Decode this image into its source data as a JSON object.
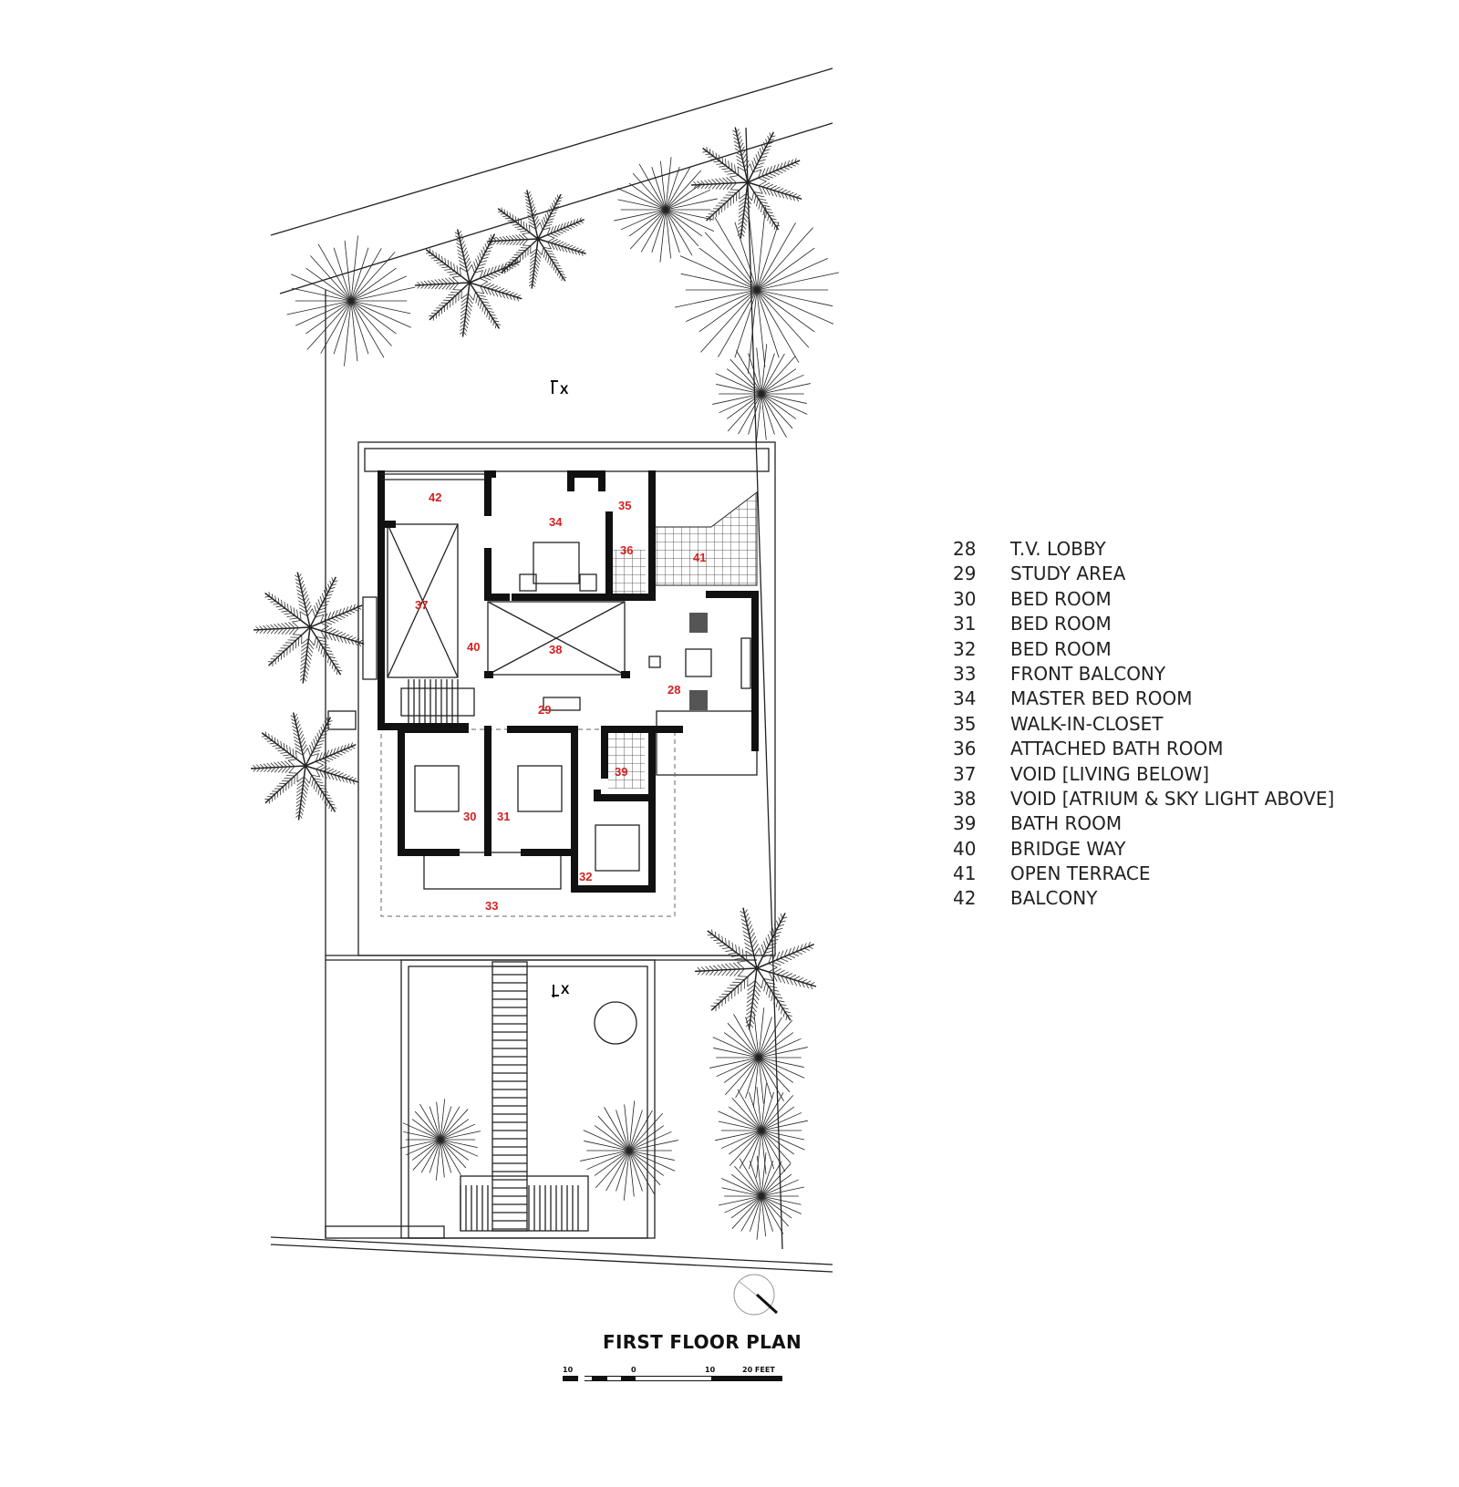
{
  "title": "FIRST FLOOR PLAN",
  "scale_bar": {
    "labels": [
      "10",
      "0",
      "10",
      "20 FEET"
    ]
  },
  "section_marker": "X",
  "room_labels": [
    "42",
    "34",
    "35",
    "36",
    "41",
    "37",
    "40",
    "38",
    "28",
    "29",
    "39",
    "30",
    "31",
    "32",
    "33"
  ],
  "legend": [
    {
      "num": "28",
      "label": "T.V. LOBBY"
    },
    {
      "num": "29",
      "label": "STUDY AREA"
    },
    {
      "num": "30",
      "label": "BED ROOM"
    },
    {
      "num": "31",
      "label": "BED ROOM"
    },
    {
      "num": "32",
      "label": "BED ROOM"
    },
    {
      "num": "33",
      "label": "FRONT BALCONY"
    },
    {
      "num": "34",
      "label": "MASTER BED ROOM"
    },
    {
      "num": "35",
      "label": "WALK-IN-CLOSET"
    },
    {
      "num": "36",
      "label": "ATTACHED BATH ROOM"
    },
    {
      "num": "37",
      "label": "VOID [LIVING BELOW]"
    },
    {
      "num": "38",
      "label": "VOID [ATRIUM & SKY LIGHT ABOVE]"
    },
    {
      "num": "39",
      "label": "BATH ROOM"
    },
    {
      "num": "40",
      "label": "BRIDGE WAY"
    },
    {
      "num": "41",
      "label": "OPEN TERRACE"
    },
    {
      "num": "42",
      "label": "BALCONY"
    }
  ],
  "colors": {
    "room_label": "#d42020",
    "walls": "#111111"
  },
  "icons": [
    "north-arrow-icon",
    "tree-icon",
    "palm-icon",
    "section-marker-icon"
  ]
}
